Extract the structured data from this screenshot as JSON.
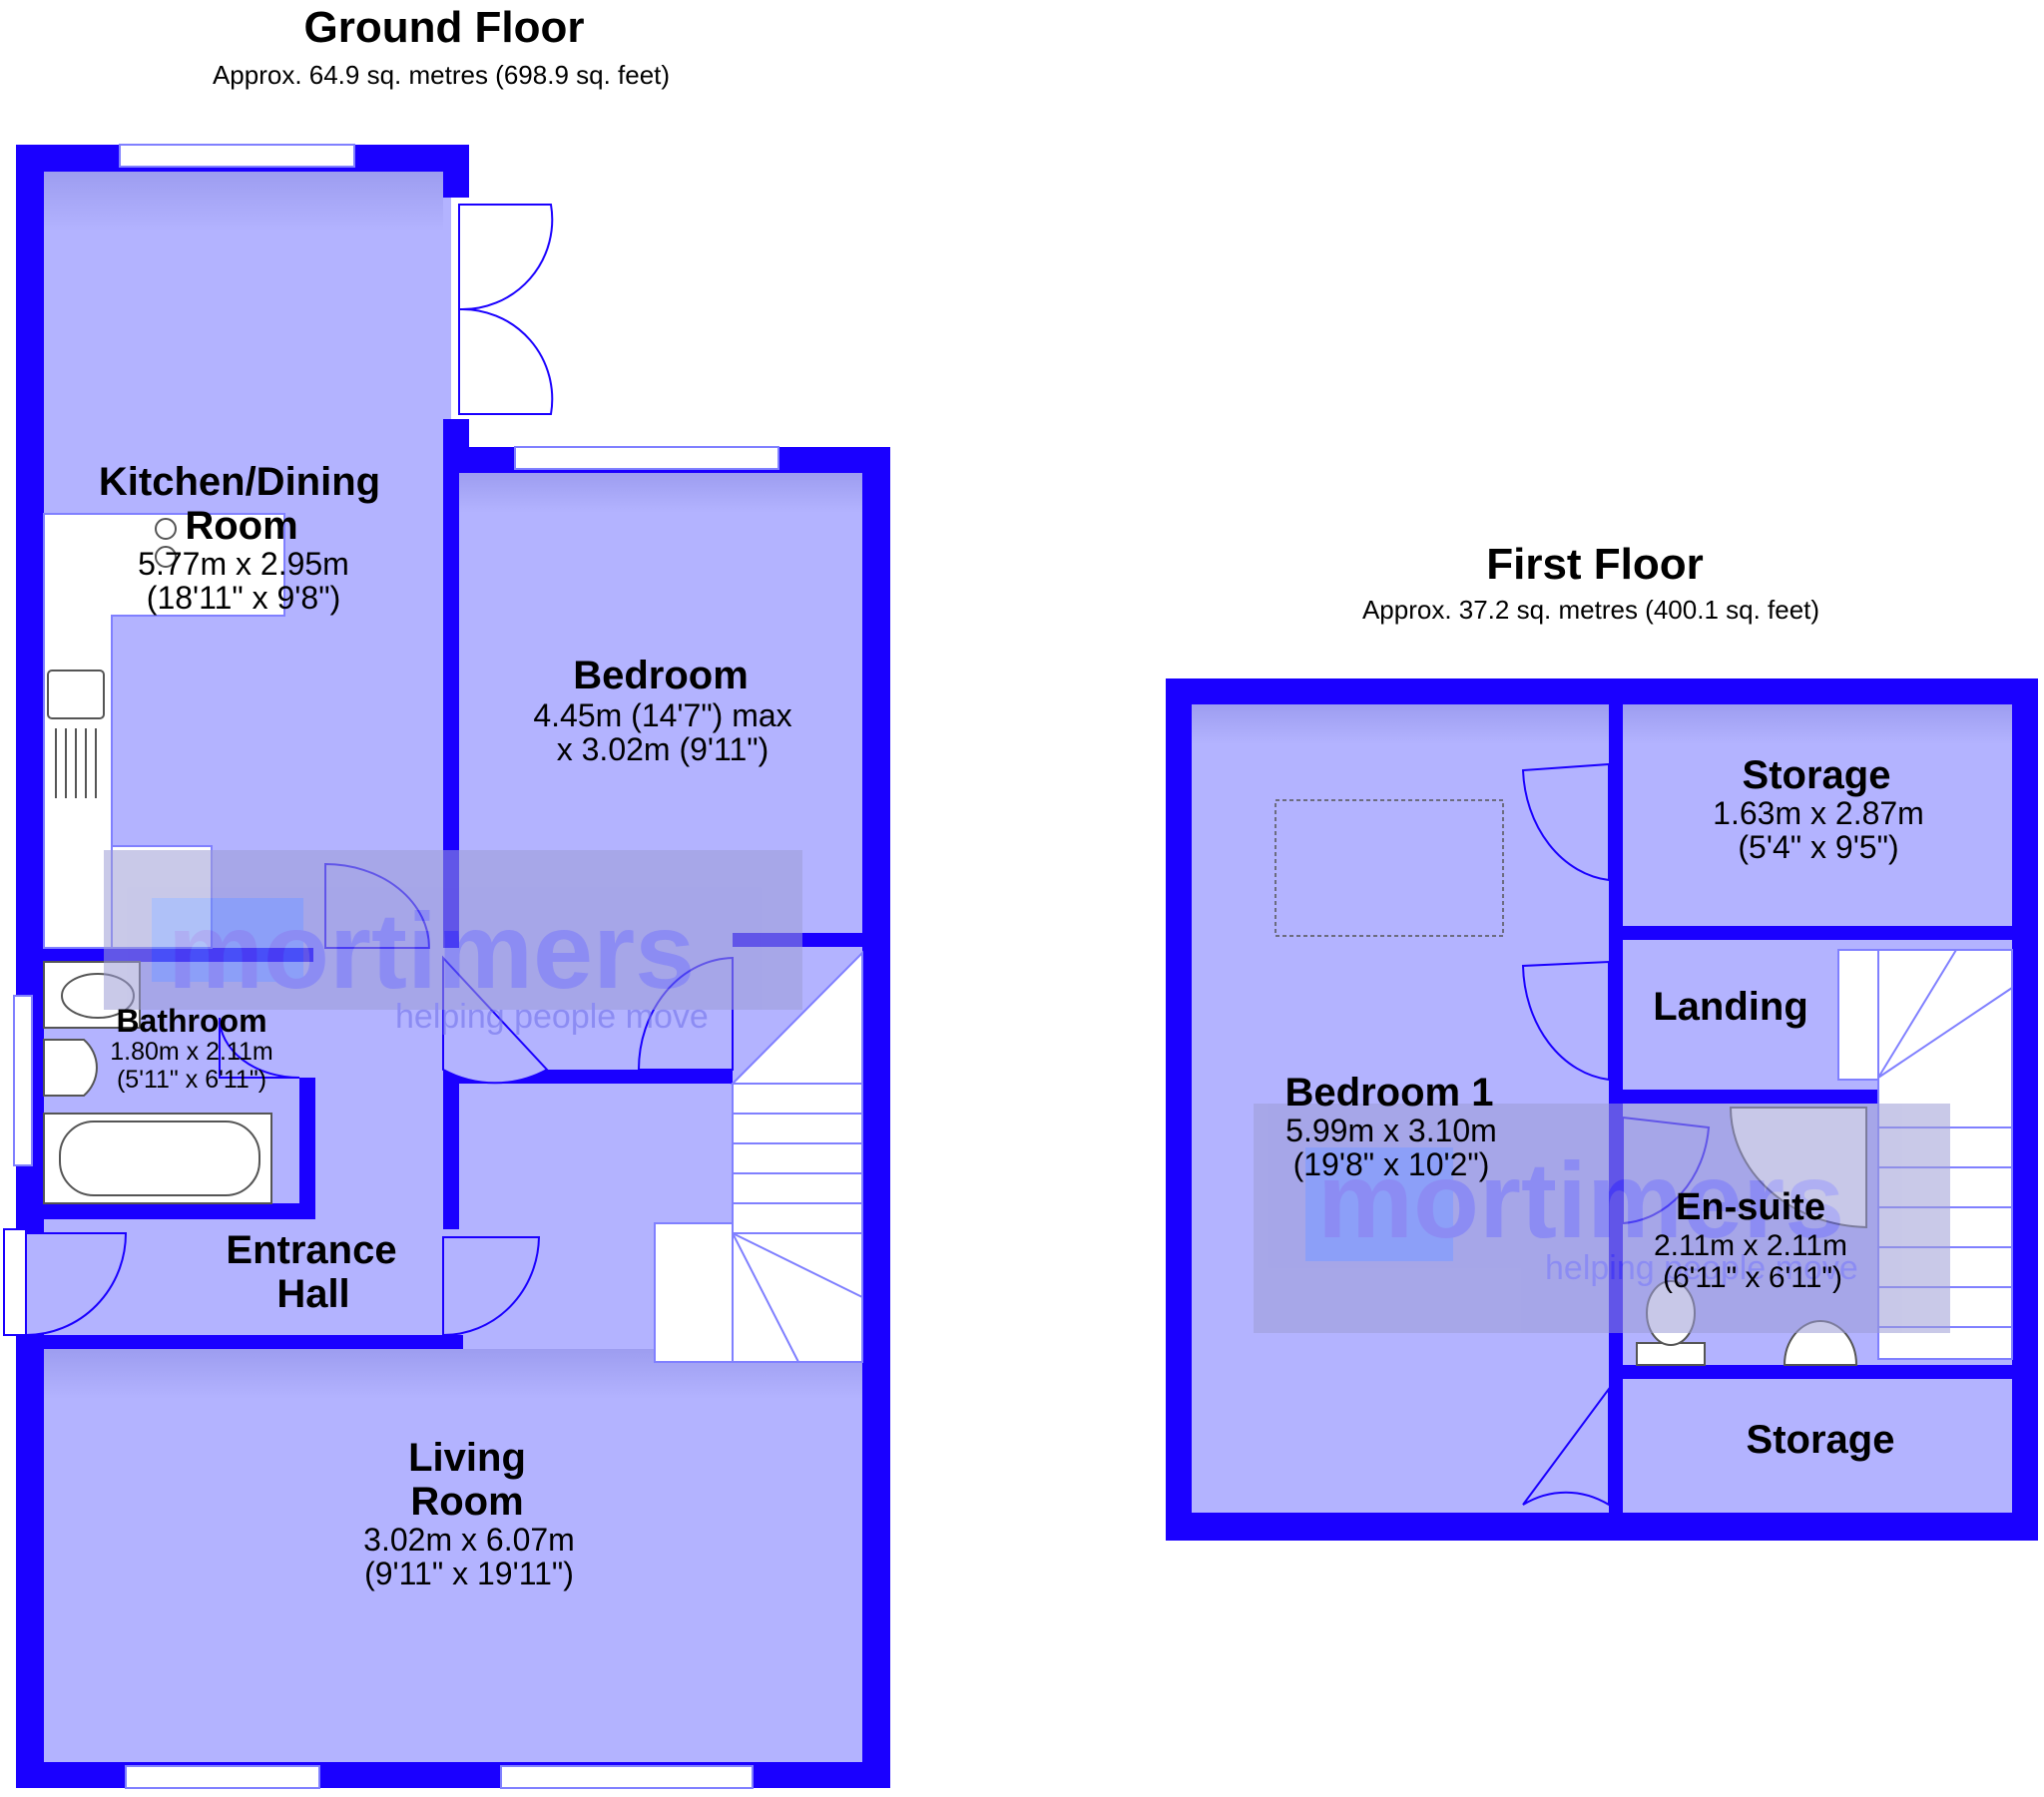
{
  "colors": {
    "wall": "#1a00ff",
    "floor": "#b3b3ff",
    "shadow": "#8e8ee6",
    "watermark_box": "#9c9cd6",
    "watermark_text": "#6e6eea",
    "watermark_logo": "#5b8cff"
  },
  "ground_floor": {
    "title": "Ground Floor",
    "area": "Approx. 64.9 sq. metres (698.9 sq. feet)",
    "rooms": {
      "kitchen": {
        "name_line1": "Kitchen/Dining",
        "name_line2": "Room",
        "dim_metric": "5.77m x 2.95m",
        "dim_imperial": "(18'11\" x 9'8\")"
      },
      "bedroom": {
        "name": "Bedroom",
        "dim_line1": "4.45m (14'7\") max",
        "dim_line2": "x 3.02m (9'11\")"
      },
      "bathroom": {
        "name": "Bathroom",
        "dim_metric": "1.80m x 2.11m",
        "dim_imperial": "(5'11\" x 6'11\")"
      },
      "entrance_hall": {
        "name_line1": "Entrance",
        "name_line2": "Hall"
      },
      "living_room": {
        "name_line1": "Living",
        "name_line2": "Room",
        "dim_metric": "3.02m x 6.07m",
        "dim_imperial": "(9'11\" x 19'11\")"
      }
    }
  },
  "first_floor": {
    "title": "First Floor",
    "area": "Approx. 37.2 sq. metres (400.1 sq. feet)",
    "rooms": {
      "bedroom1": {
        "name": "Bedroom 1",
        "dim_metric": "5.99m x 3.10m",
        "dim_imperial": "(19'8\" x 10'2\")"
      },
      "storage_top": {
        "name": "Storage",
        "dim_metric": "1.63m x 2.87m",
        "dim_imperial": "(5'4\" x 9'5\")"
      },
      "landing": {
        "name": "Landing"
      },
      "ensuite": {
        "name": "En-suite",
        "dim_metric": "2.11m x 2.11m",
        "dim_imperial": "(6'11\" x 6'11\")"
      },
      "storage_bottom": {
        "name": "Storage"
      }
    }
  },
  "watermark": {
    "brand": "mortimers",
    "tagline": "helping people move"
  }
}
